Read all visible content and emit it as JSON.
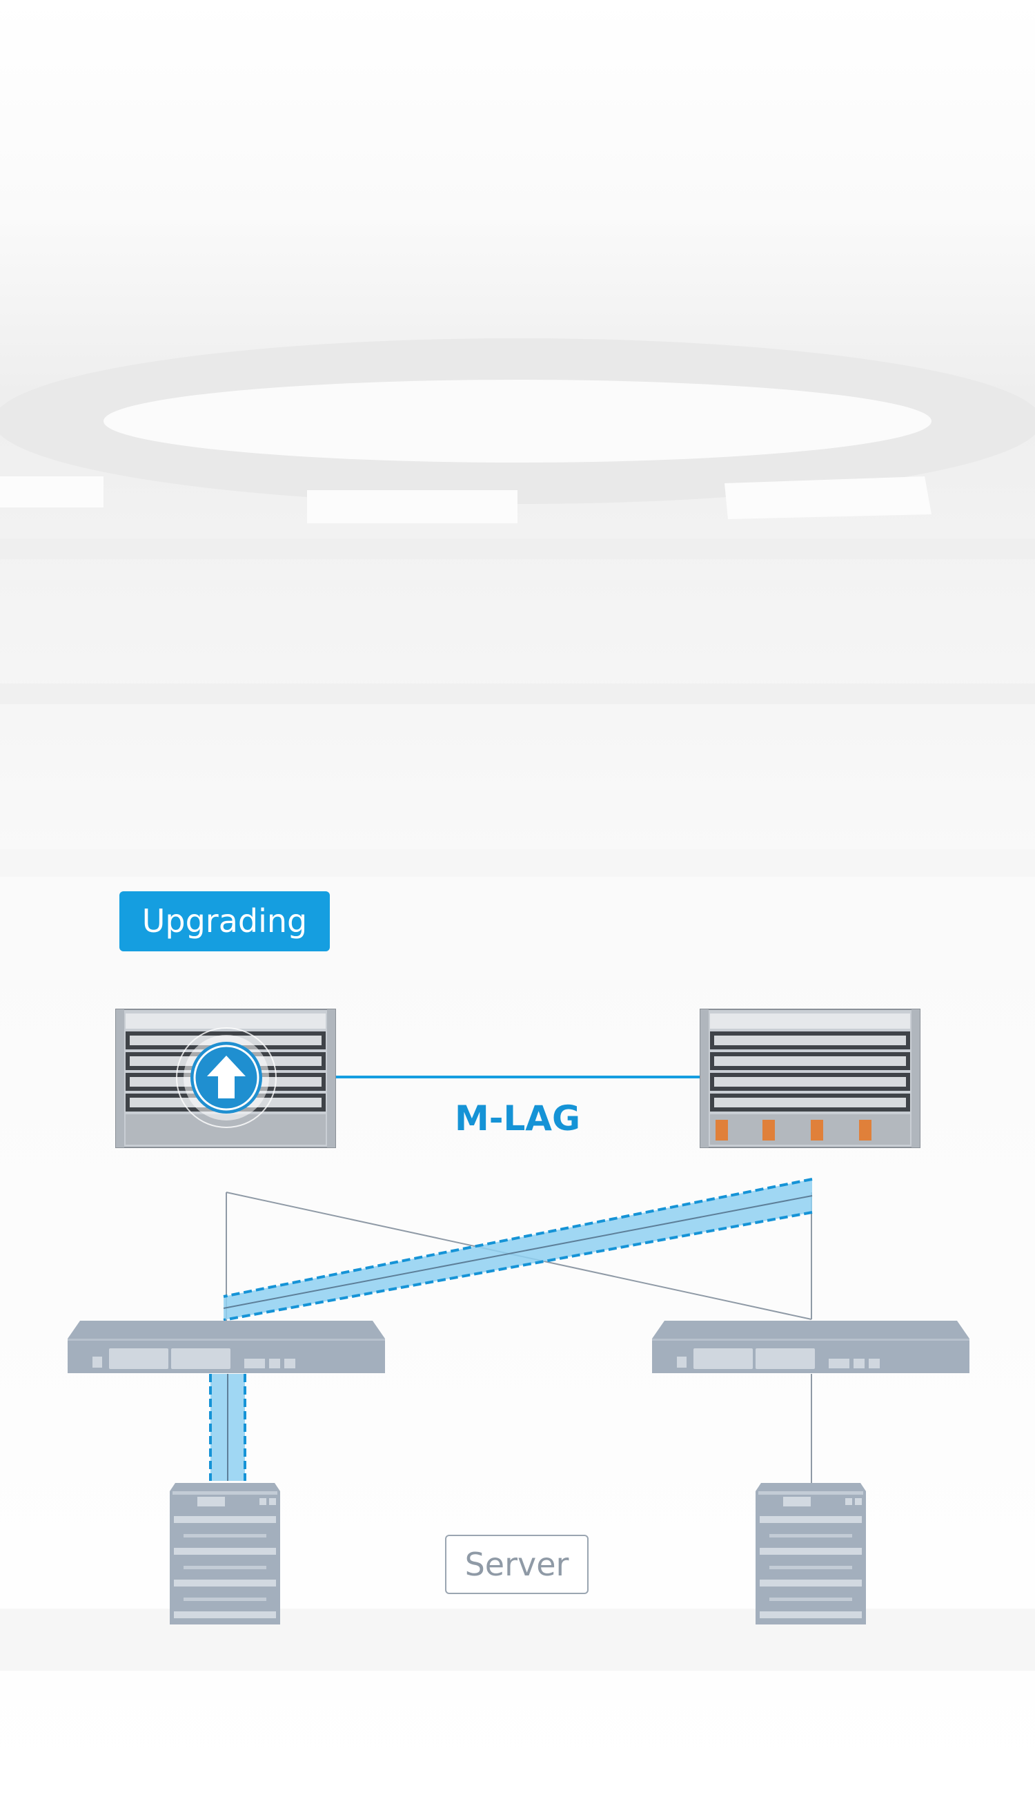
{
  "status_badge": {
    "label": "Upgrading"
  },
  "link_label": "M-LAG",
  "server_label": "Server",
  "colors": {
    "accent": "#159ee0",
    "device_gray": "#a3afbd",
    "line_gray": "#8f9aa6",
    "highlight_fill": "#8fd0f1"
  }
}
